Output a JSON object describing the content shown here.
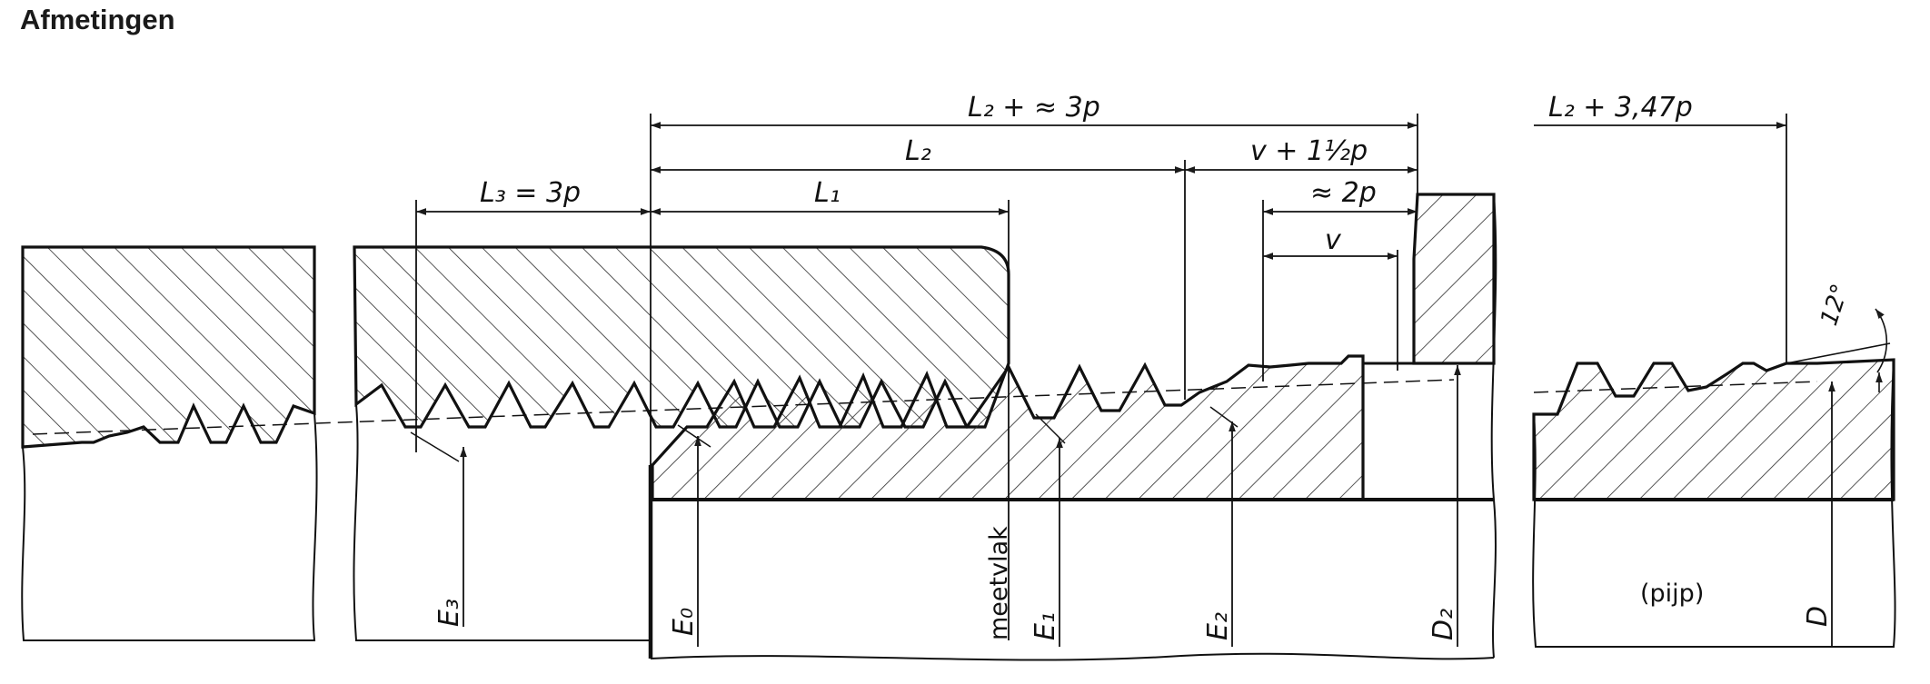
{
  "title": "Afmetingen",
  "dimensions": {
    "l2_plus_3p": "L₂ + ≈ 3p",
    "l2_plus_347p": "L₂ + 3,47p",
    "l2": "L₂",
    "v_plus_1half_p": "v + 1½p",
    "approx_2p": "≈ 2p",
    "v": "v",
    "l3_eq_3p": "L₃ = 3p",
    "l1": "L₁"
  },
  "angle": "12°",
  "vertical_labels": {
    "e3": "E₃",
    "e0": "E₀",
    "meetvlak": "meetvlak",
    "e1": "E₁",
    "e2": "E₂",
    "d2": "D₂",
    "d": "D"
  },
  "pipe_label": "(pijp)",
  "colors": {
    "ink": "#1a1a1a",
    "paper": "#ffffff"
  }
}
